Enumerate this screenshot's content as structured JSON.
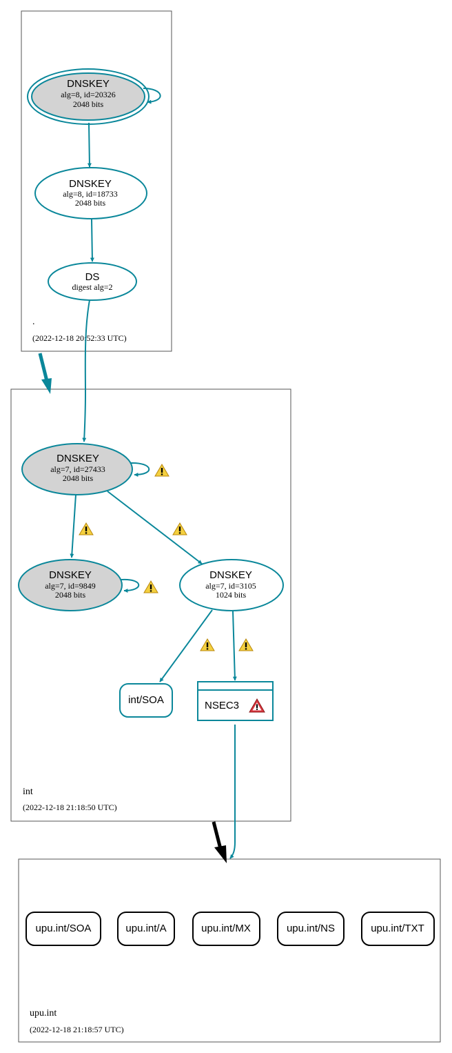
{
  "zones": {
    "root": {
      "name": ".",
      "timestamp": "(2022-12-18 20:52:33 UTC)"
    },
    "int": {
      "name": "int",
      "timestamp": "(2022-12-18 21:18:50 UTC)"
    },
    "upu": {
      "name": "upu.int",
      "timestamp": "(2022-12-18 21:18:57 UTC)"
    }
  },
  "nodes": {
    "root_ksk": {
      "title": "DNSKEY",
      "line1": "alg=8, id=20326",
      "line2": "2048 bits"
    },
    "root_zsk": {
      "title": "DNSKEY",
      "line1": "alg=8, id=18733",
      "line2": "2048 bits"
    },
    "ds": {
      "title": "DS",
      "line1": "digest alg=2"
    },
    "int_ksk": {
      "title": "DNSKEY",
      "line1": "alg=7, id=27433",
      "line2": "2048 bits"
    },
    "int_key9849": {
      "title": "DNSKEY",
      "line1": "alg=7, id=9849",
      "line2": "2048 bits"
    },
    "int_zsk": {
      "title": "DNSKEY",
      "line1": "alg=7, id=3105",
      "line2": "1024 bits"
    },
    "int_soa": {
      "label": "int/SOA"
    },
    "nsec3": {
      "label": "NSEC3"
    }
  },
  "records": [
    "upu.int/SOA",
    "upu.int/A",
    "upu.int/MX",
    "upu.int/NS",
    "upu.int/TXT"
  ],
  "colors": {
    "teal": "#0a879a",
    "ksk_fill": "#d3d3d3",
    "warning_yellow": "#f4d03f",
    "error_red": "#d9363e",
    "border": "#555555"
  }
}
